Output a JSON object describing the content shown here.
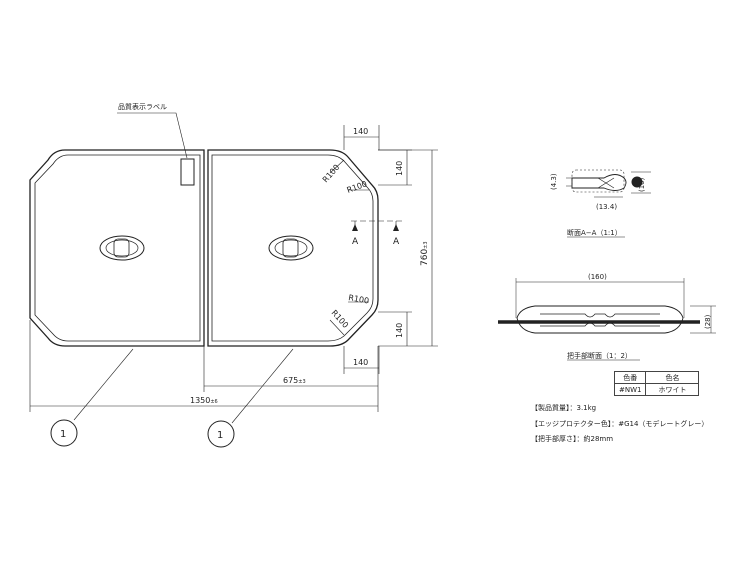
{
  "labels": {
    "quality_label": "品質表示ラベル",
    "r100_a": "R100",
    "r100_b": "R100",
    "r100_c": "R100",
    "r100_d": "R100",
    "section_a_left": "A",
    "section_a_right": "A",
    "callout_1": "1",
    "callout_2": "1"
  },
  "dimensions": {
    "top_140": "140",
    "right_140_top": "140",
    "right_140_bottom": "140",
    "bottom_140": "140",
    "height_760": "760",
    "height_760_tol": "±3",
    "half_675": "675",
    "half_675_tol": "±3",
    "total_1350": "1350",
    "total_1350_tol": "±6"
  },
  "section_aa": {
    "dim_43": "(4.3)",
    "dim_10": "(10)",
    "dim_134": "(13.4)",
    "caption": "断面A−A（1:1）"
  },
  "handle_section": {
    "dim_160": "(160)",
    "dim_28": "(28)",
    "caption": "把手部断面（1：2）"
  },
  "color_table": {
    "headers": [
      "色番",
      "色名"
    ],
    "rows": [
      [
        "#NW1",
        "ホワイト"
      ]
    ]
  },
  "specs": {
    "weight": "【製品質量】：3.1kg",
    "edge_color": "【エッジプロテクター色】：#G14（モデレートグレー）",
    "handle_thickness": "【把手部厚さ】：約28mm"
  }
}
